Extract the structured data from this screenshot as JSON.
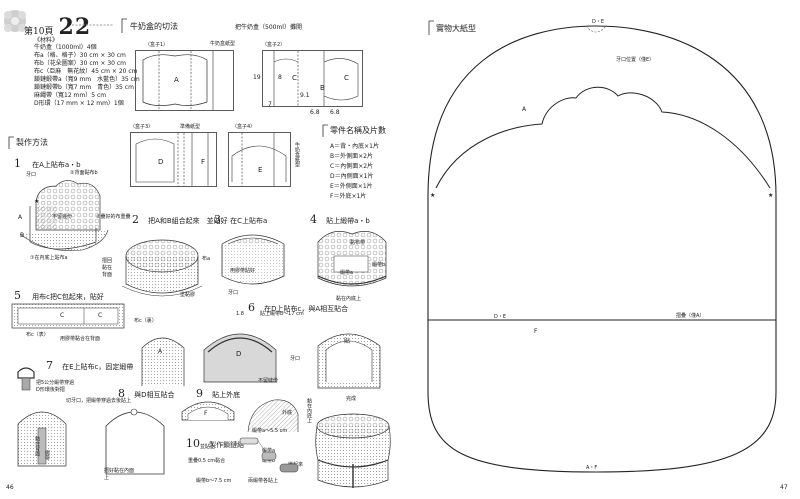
{
  "left": {
    "title_prefix": "第10頁",
    "title_number": "22",
    "materials_header": "《材料》",
    "materials": [
      "牛奶盒（1000ml）4個",
      "布a（格、格子）30 cm × 30 cm",
      "布b（花朵圖案）30 cm × 30 cm",
      "布c（亞麻　無花紋）45 cm × 20 cm",
      "鎖鏈緞帶a（寬9 mm　水藍色）35 cm",
      "鎖鏈緞帶b（寬7 mm　青色）35 cm",
      "麻繩帶（寬12 mm）5 cm",
      "D形環（17 mm × 12 mm）1個"
    ],
    "cut_section_title": "牛奶盒的切法",
    "cut_note": "把牛奶盒（500ml）攤開",
    "boxes": [
      {
        "label": "〈盒子1〉",
        "side": "牛奶盒紙型",
        "tag": "A"
      },
      {
        "label": "〈盒子2〉",
        "dims": [
          "19",
          "8",
          "7",
          "9.1",
          "6.8",
          "6.8",
          "C",
          "B",
          "C"
        ]
      },
      {
        "label": "〈盒子3〉",
        "side": "準備紙型",
        "tags": [
          "D",
          "F"
        ]
      },
      {
        "label": "〈盒子4〉",
        "side": "牛奶盒紙型",
        "tag": "E"
      }
    ],
    "method_title": "製作方法",
    "parts_title": "零件名稱及片數",
    "parts": [
      "A＝背・內底×1片",
      "B＝外側面×2片",
      "C＝內側面×2片",
      "D＝內側面×1片",
      "E＝外側面×1片",
      "F＝外底×1片"
    ],
    "steps": [
      {
        "num": "1",
        "text": "在A上貼布a・b"
      },
      {
        "num": "2",
        "text": "把A和B組合起來　並貼好"
      },
      {
        "num": "3",
        "text": "在C上貼布a"
      },
      {
        "num": "4",
        "text": "貼上緞帶a・b"
      },
      {
        "num": "5",
        "text": "用布c把C包起來，貼好"
      },
      {
        "num": "6",
        "text": "在D上貼布c，與A相互貼合"
      },
      {
        "num": "7",
        "text": "在E上貼布c，固定緞帶"
      },
      {
        "num": "8",
        "text": "與D相互貼合"
      },
      {
        "num": "9",
        "text": "貼上外底"
      },
      {
        "num": "10",
        "text": "製作鎖鏈結"
      }
    ],
    "notes": {
      "s1": [
        "牙口",
        "②背面黏布b",
        "①在內底上貼布a",
        "②疊好的布重疊",
        "不留邊份",
        "A",
        "B",
        "★"
      ],
      "s2": [
        "摺回黏在背面",
        "塗黏膠"
      ],
      "s3": [
        "布a",
        "用膠帶貼好",
        "牙口"
      ],
      "s4": [
        "黏布帶",
        "緞帶a",
        "緞帶b",
        "黏在內底上"
      ],
      "s5": [
        "布c（表）",
        "布c（裏）",
        "用膠帶黏合在背面",
        "C",
        "C"
      ],
      "s6": [
        "貼上緞帶b～17 cm",
        "牙口",
        "不留縫份",
        "貼",
        "D",
        "1.8"
      ],
      "s7": [
        "把5公分緞帶穿過",
        "D形環後對摺",
        "切牙口，把緞帶穿過去後貼上",
        "黏在背面",
        "緞帶"
      ],
      "s8": [
        "摺好黏在內面上"
      ],
      "s9": [
        "外底",
        "布c",
        "黏在內底上",
        "完成"
      ],
      "s10": [
        "緞帶a～5.5 cm",
        "緞帶b～7.5 cm",
        "重疊0.5 cm黏合",
        "緞帶a",
        "緞帶b",
        "兩緞帶各貼上",
        "織起來",
        "並貼上"
      ]
    },
    "page_number": "46"
  },
  "right": {
    "title": "實物大紙型",
    "labels": [
      "D・E",
      "牙口位置（僅E）",
      "A",
      "★",
      "★",
      "D・E",
      "F",
      "摺疊（僅A）",
      "A・F"
    ],
    "page_number": "47"
  }
}
